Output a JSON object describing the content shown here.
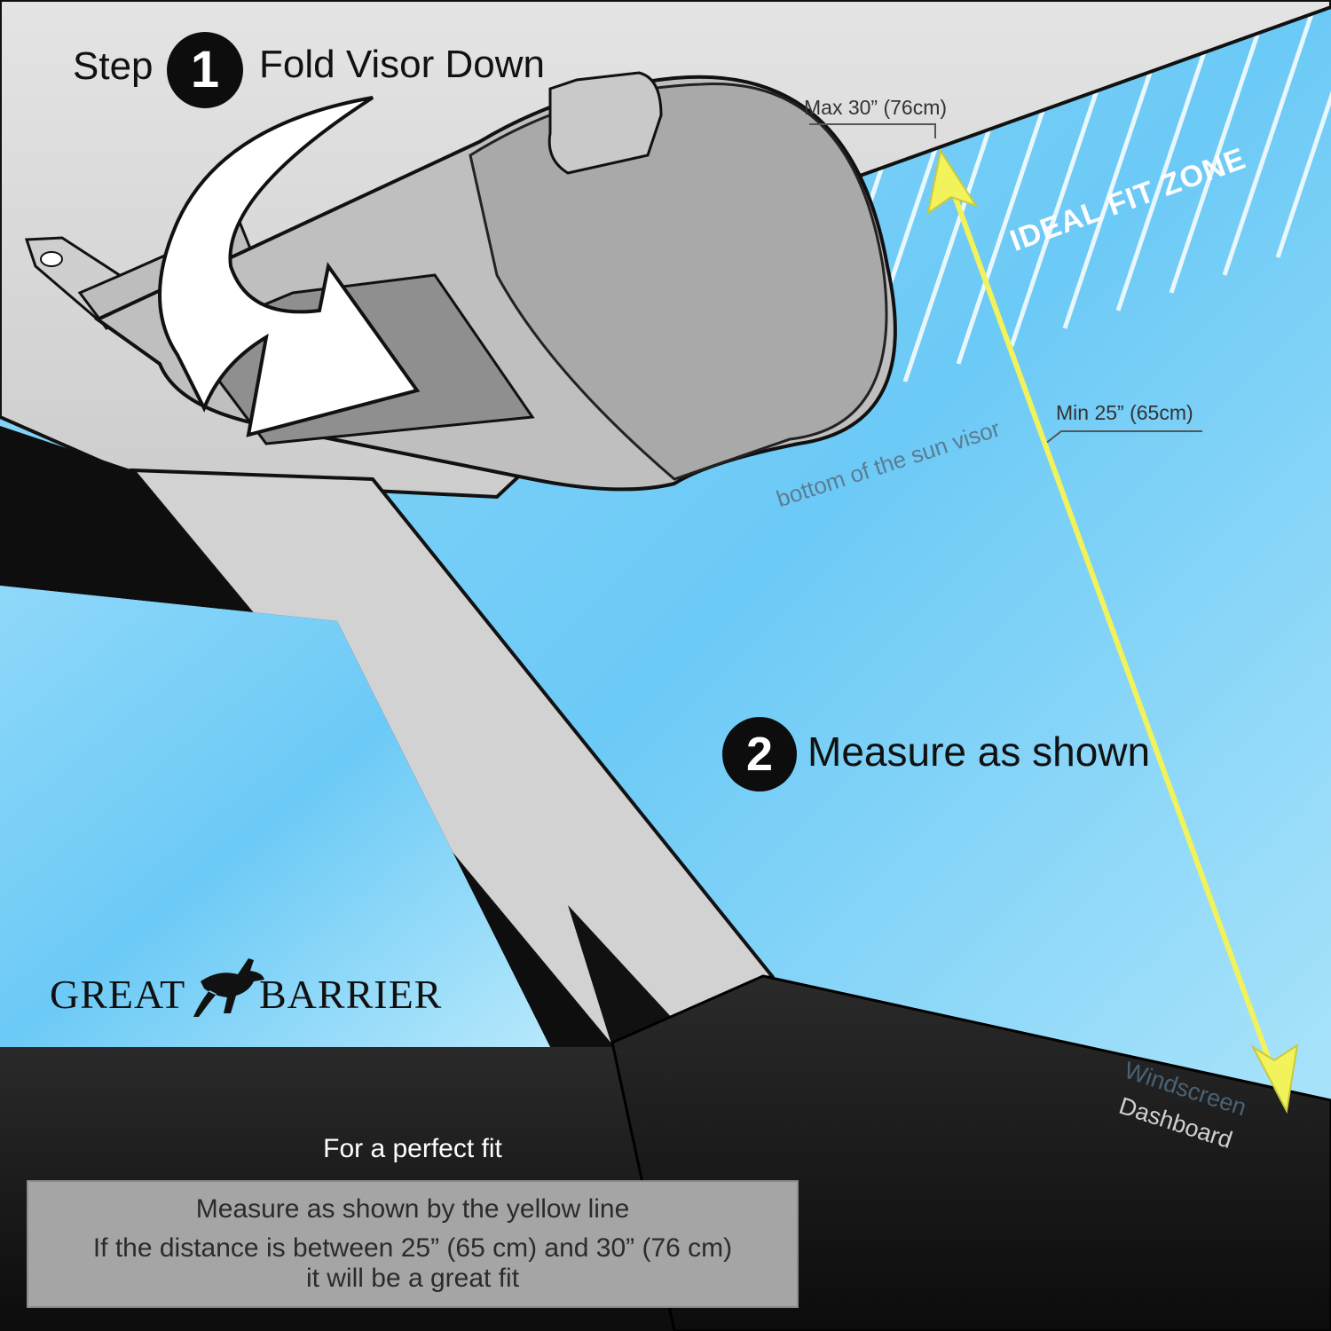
{
  "step1": {
    "word": "Step",
    "number": "1",
    "title": "Fold Visor Down"
  },
  "step2": {
    "number": "2",
    "title": "Measure as shown"
  },
  "measurements": {
    "max_label": "Max 30” (76cm)",
    "min_label": "Min 25” (65cm)",
    "ideal_zone": "IDEAL FIT ZONE",
    "visor_bottom": "bottom of the sun visor",
    "windscreen": "Windscreen",
    "dashboard": "Dashboard"
  },
  "brand": {
    "left": "GREAT",
    "right": "BARRIER",
    "icon": "kangaroo-icon"
  },
  "instructions": {
    "heading": "For a perfect fit",
    "line1": "Measure as shown by the yellow line",
    "line2": "If the distance is between 25” (65 cm) and 30” (76 cm)",
    "line3": "it will be a great fit"
  },
  "colors": {
    "sky": "#7fd0f5",
    "measure_line": "#f2f25a",
    "interior": "#d9d9d9",
    "dashboard": "#141414"
  }
}
